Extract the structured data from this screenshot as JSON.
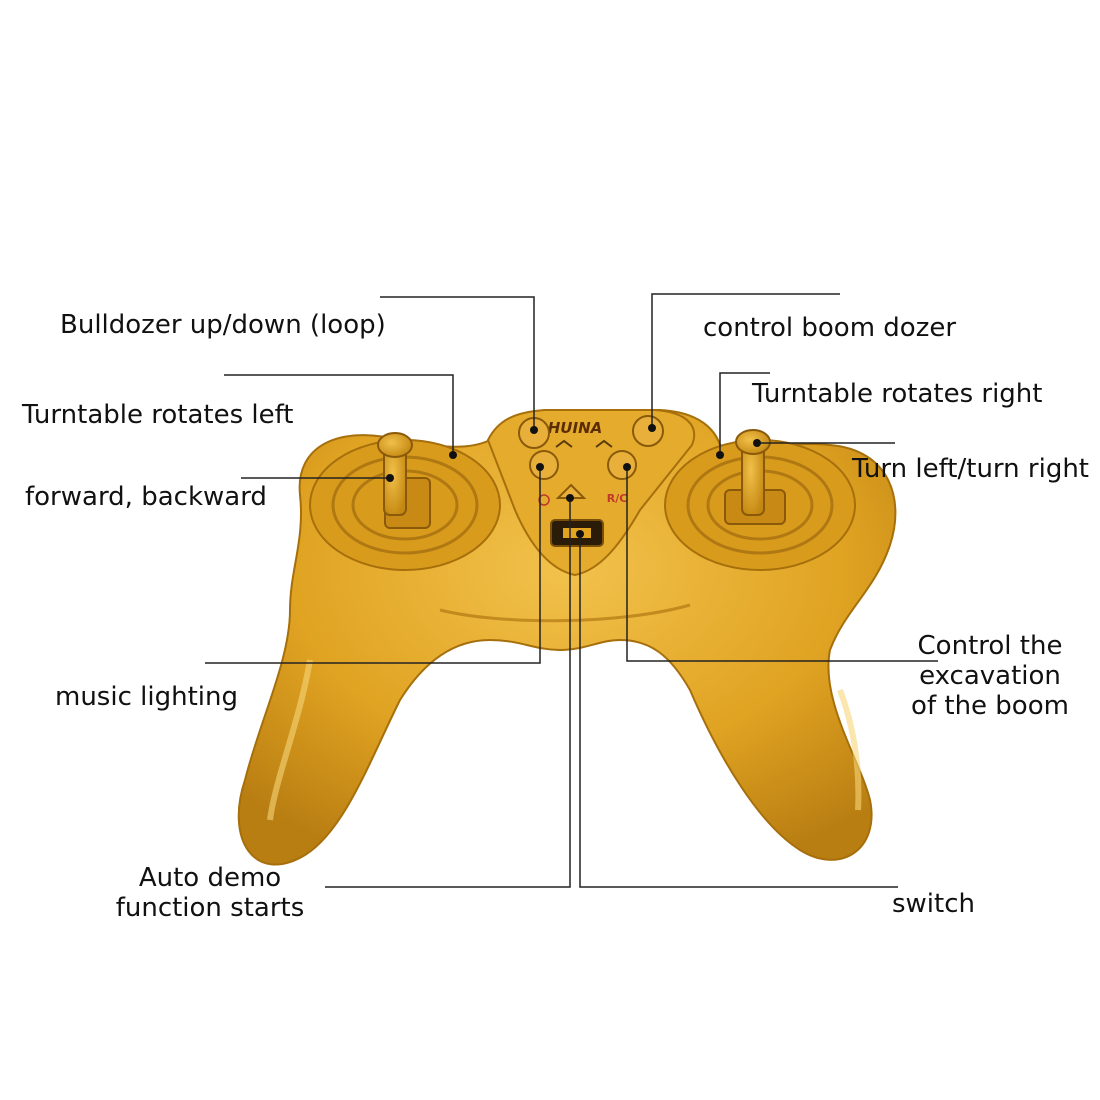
{
  "controller": {
    "brand": "HUINA",
    "rc_mark": "R/C",
    "body_color": "#e2a520",
    "body_shade": "#c08410",
    "body_light": "#f0c24a",
    "accent_red": "#c0392b"
  },
  "callouts": {
    "bulldozer": "Bulldozer up/down (loop)",
    "turntable_left": "Turntable rotates left",
    "forward_backward": "forward, backward",
    "music_lighting": "music lighting",
    "auto_demo_line1": "Auto demo",
    "auto_demo_line2": "function starts",
    "control_boom_dozer": "control boom dozer",
    "turntable_right": "Turntable rotates right",
    "turn_left_right": "Turn left/turn right",
    "excavation_line1": "Control the",
    "excavation_line2": "excavation",
    "excavation_line3": "of the boom",
    "switch": "switch"
  },
  "style": {
    "line_color": "#222222",
    "text_color": "#111111"
  }
}
